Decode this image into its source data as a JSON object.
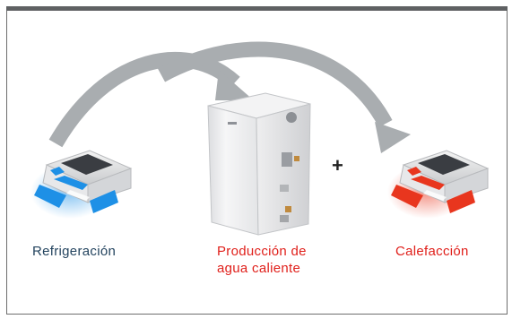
{
  "labels": {
    "cooling": "Refrigeración",
    "hot_water_line1": "Producción de",
    "hot_water_line2": "agua caliente",
    "heating": "Calefacción"
  },
  "plus_sign": "+",
  "colors": {
    "cooling_text": "#24445f",
    "highlight_text": "#e0201b",
    "arrow": "#a9adb0",
    "cool_airflow": "#1e90e6",
    "warm_airflow": "#e8361e"
  },
  "icons": [
    "cooling-cassette-unit",
    "heat-pump-tank-unit",
    "heating-cassette-unit",
    "flow-arrow"
  ]
}
